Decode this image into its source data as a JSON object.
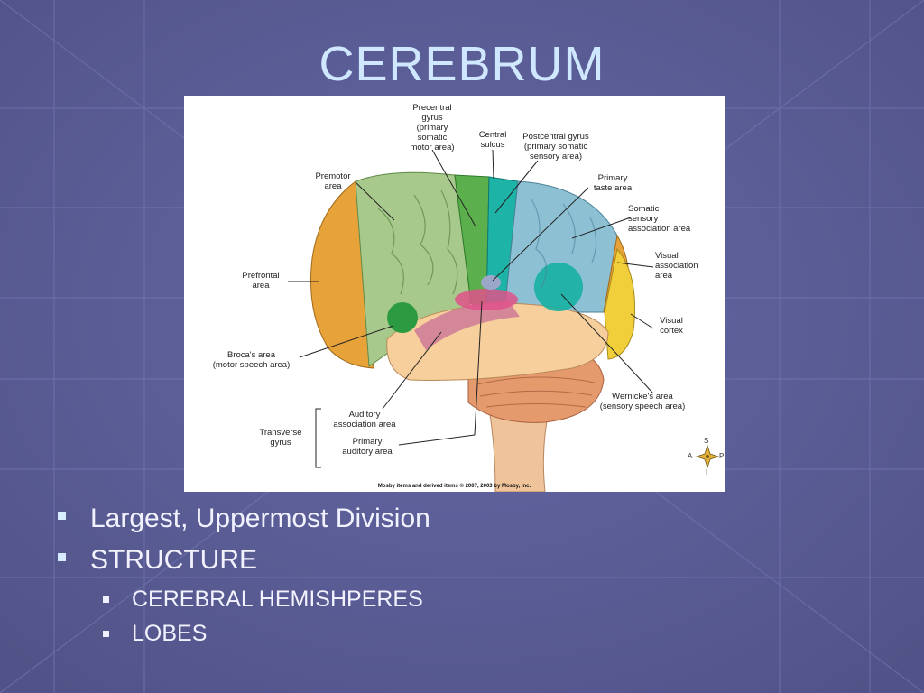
{
  "slide": {
    "title": "CEREBRUM",
    "bullets": [
      {
        "text": "Largest, Uppermost Division",
        "level": 1
      },
      {
        "text": "STRUCTURE",
        "level": 1
      },
      {
        "text": "CEREBRAL HEMISHPERES",
        "level": 2
      },
      {
        "text": "LOBES",
        "level": 2
      }
    ]
  },
  "figure": {
    "labels": {
      "precentral": "Precentral\ngyrus\n(primary\nsomatic\nmotor area)",
      "central_sulcus": "Central\nsulcus",
      "postcentral": "Postcentral gyrus\n(primary somatic\nsensory area)",
      "premotor": "Premotor\narea",
      "taste": "Primary\ntaste area",
      "somatic_assoc": "Somatic\nsensory\nassociation area",
      "prefrontal": "Prefrontal\narea",
      "visual_assoc": "Visual\nassociation\narea",
      "visual_cortex": "Visual\ncortex",
      "broca": "Broca's area\n(motor speech area)",
      "wernicke": "Wernicke's area\n(sensory speech area)",
      "auditory_assoc": "Auditory\nassociation area",
      "transverse": "Transverse\ngyrus",
      "primary_auditory": "Primary\nauditory area"
    },
    "compass": {
      "s": "S",
      "a": "A",
      "p": "P",
      "i": "I"
    },
    "credit": "Mosby items and derived items © 2007, 2003 by Mosby, Inc."
  },
  "colors": {
    "background": "#5c5e9a",
    "title": "#cfe7ff",
    "prefrontal": "#e8a23a",
    "premotor": "#a8c98c",
    "motor": "#5bb04d",
    "sensory": "#1db3a6",
    "association": "#8ec0d4",
    "visual": "#f0cf3a",
    "temporal": "#f7cf9c",
    "cerebellum": "#e59a6e"
  }
}
